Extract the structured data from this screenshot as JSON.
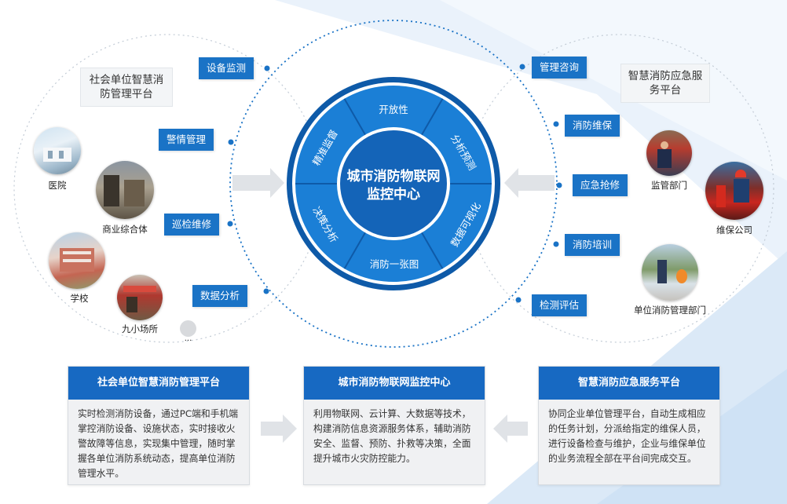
{
  "center": {
    "line1": "城市消防物联网",
    "line2": "监控中心",
    "segments": [
      {
        "key": "open",
        "label": "开放性"
      },
      {
        "key": "analysis",
        "label": "分析预测"
      },
      {
        "key": "visualization",
        "label": "数据可视化"
      },
      {
        "key": "map",
        "label": "消防一张图"
      },
      {
        "key": "decision",
        "label": "决策分析"
      },
      {
        "key": "supervision",
        "label": "精准监督"
      }
    ]
  },
  "left_platform": {
    "title": "社会单位智慧消防管理平台",
    "tags": [
      "设备监测",
      "警情管理",
      "巡检维修",
      "数据分析"
    ],
    "places": [
      {
        "label": "医院"
      },
      {
        "label": "商业综合体"
      },
      {
        "label": "学校"
      },
      {
        "label": "九小场所"
      },
      {
        "label": "..."
      }
    ]
  },
  "right_platform": {
    "title": "智慧消防应急服务平台",
    "tags": [
      "管理咨询",
      "消防维保",
      "应急抢修",
      "消防培训",
      "检测评估"
    ],
    "orgs": [
      {
        "label": "监管部门"
      },
      {
        "label": "维保公司"
      },
      {
        "label": "单位消防管理部门"
      }
    ]
  },
  "cards": [
    {
      "title": "社会单位智慧消防管理平台",
      "text": "实时检测消防设备，通过PC端和手机端掌控消防设备、设施状态，实时接收火警故障等信息，实现集中管理，随时掌握各单位消防系统动态，提高单位消防管理水平。"
    },
    {
      "title": "城市消防物联网监控中心",
      "text": "利用物联网、云计算、大数据等技术，构建消防信息资源服务体系，辅助消防安全、监督、预防、扑救等决策，全面提升城市火灾防控能力。"
    },
    {
      "title": "智慧消防应急服务平台",
      "text": "协同企业单位管理平台，自动生成相应的任务计划，分派给指定的维保人员，进行设备检查与维护，企业与维保单位的业务流程全部在平台间完成交互。"
    }
  ],
  "colors": {
    "accent": "#1a73c6",
    "ring_dark": "#0e5aa8",
    "segment": "#1b7fd6",
    "hub": "#1464b8"
  }
}
